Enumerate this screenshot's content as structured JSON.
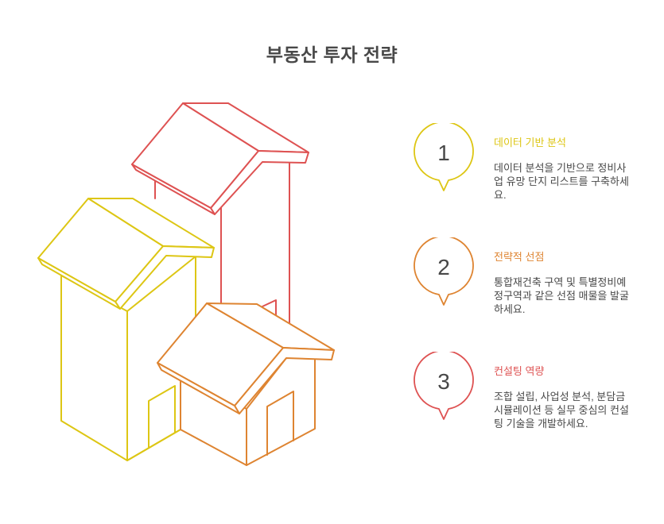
{
  "title": "부동산 투자 전략",
  "colors": {
    "yellow": "#DDC614",
    "orange": "#DE8431",
    "red": "#DE5252",
    "text": "#484848"
  },
  "steps": [
    {
      "number": "1",
      "title": "데이터 기반 분석",
      "description": "데이터 분석을 기반으로 정비사업 유망 단지 리스트를 구축하세요.",
      "color": "#DDC614"
    },
    {
      "number": "2",
      "title": "전략적 선점",
      "description": "통합재건축 구역 및 특별정비예정구역과 같은 선점 매물을 발굴하세요.",
      "color": "#DE8431"
    },
    {
      "number": "3",
      "title": "컨설팅 역량",
      "description": "조합 설립, 사업성 분석, 분담금 시뮬레이션 등 실무 중심의 컨설팅 기술을 개발하세요.",
      "color": "#DE5252"
    }
  ],
  "illustration": {
    "icon": "isometric-houses-icon",
    "houses": [
      "red-house",
      "yellow-house",
      "orange-house"
    ]
  }
}
